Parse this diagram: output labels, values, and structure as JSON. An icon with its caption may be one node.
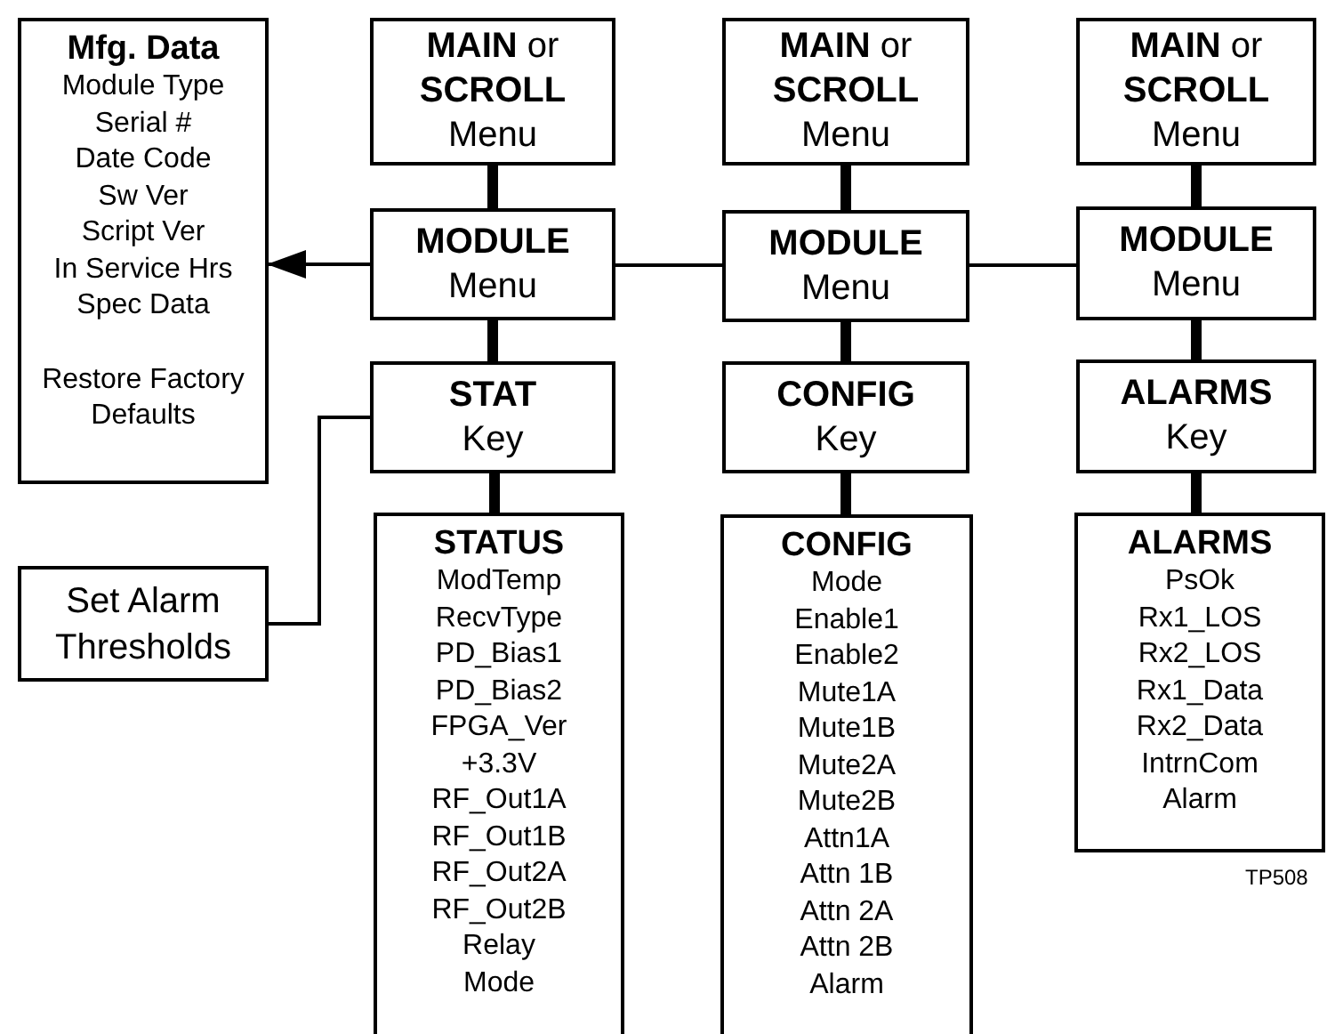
{
  "diagram": {
    "nodes": [
      {
        "text": [
          "Mfg. Data",
          "Module Type",
          "Serial #",
          "Date Code",
          "Sw Ver",
          "Script Ver",
          "In Service Hrs",
          "Spec Data",
          "Restore Factory Defaults"
        ]
      },
      {
        "text": [
          "**MAIN** or **SCROLL**",
          "Menu"
        ]
      },
      {
        "text": [
          "**MAIN** or **SCROLL**",
          "Menu"
        ]
      },
      {
        "text": [
          "**MAIN** or **SCROLL**",
          "Menu"
        ]
      },
      {
        "text": [
          "MODULE",
          "Menu"
        ]
      },
      {
        "text": [
          "MODULE",
          "Menu"
        ]
      },
      {
        "text": [
          "MODULE",
          "Menu"
        ]
      },
      {
        "text": [
          "STAT",
          "Key"
        ]
      },
      {
        "text": [
          "CONFIG",
          "Key"
        ]
      },
      {
        "text": [
          "ALARMS",
          "Key"
        ]
      },
      {
        "text": [
          "Set Alarm Thresholds"
        ]
      },
      {
        "text": [
          "STATUS",
          "ModTemp",
          "RecvType",
          "PD_Bias1",
          "PD_Bias2",
          "FPGA_Ver",
          "+3.3V",
          "RF_Out1A",
          "RF_Out1B",
          "RF_Out2A",
          "RF_Out2B",
          "Relay",
          "Mode"
        ]
      },
      {
        "text": [
          "CONFIG",
          "Mode",
          "Enable1",
          "Enable2",
          "Mute1A",
          "Mute1B",
          "Mute2A",
          "Mute2B",
          "Attn1A",
          "Attn 1B",
          "Attn 2A",
          "Attn 2B",
          "Alarm"
        ]
      },
      {
        "text": [
          "ALARMS",
          "PsOk",
          "Rx1_LOS",
          "Rx2_LOS",
          "Rx1_Data",
          "Rx2_Data",
          "IntrnCom",
          "Alarm"
        ]
      }
    ],
    "edges": [
      {
        "from": 1,
        "to": 4,
        "arrow": "none"
      },
      {
        "from": 2,
        "to": 5,
        "arrow": "none"
      },
      {
        "from": 3,
        "to": 6,
        "arrow": "none"
      },
      {
        "from": 4,
        "to": 0,
        "arrow": "to"
      },
      {
        "from": 4,
        "to": 5,
        "arrow": "none"
      },
      {
        "from": 5,
        "to": 6,
        "arrow": "none"
      },
      {
        "from": 4,
        "to": 7,
        "arrow": "none"
      },
      {
        "from": 5,
        "to": 8,
        "arrow": "none"
      },
      {
        "from": 6,
        "to": 9,
        "arrow": "none"
      },
      {
        "from": 7,
        "to": 10,
        "arrow": "none"
      },
      {
        "from": 7,
        "to": 11,
        "arrow": "none"
      },
      {
        "from": 8,
        "to": 12,
        "arrow": "none"
      },
      {
        "from": 9,
        "to": 13,
        "arrow": "none"
      }
    ],
    "labels": [
      "TP508"
    ]
  }
}
